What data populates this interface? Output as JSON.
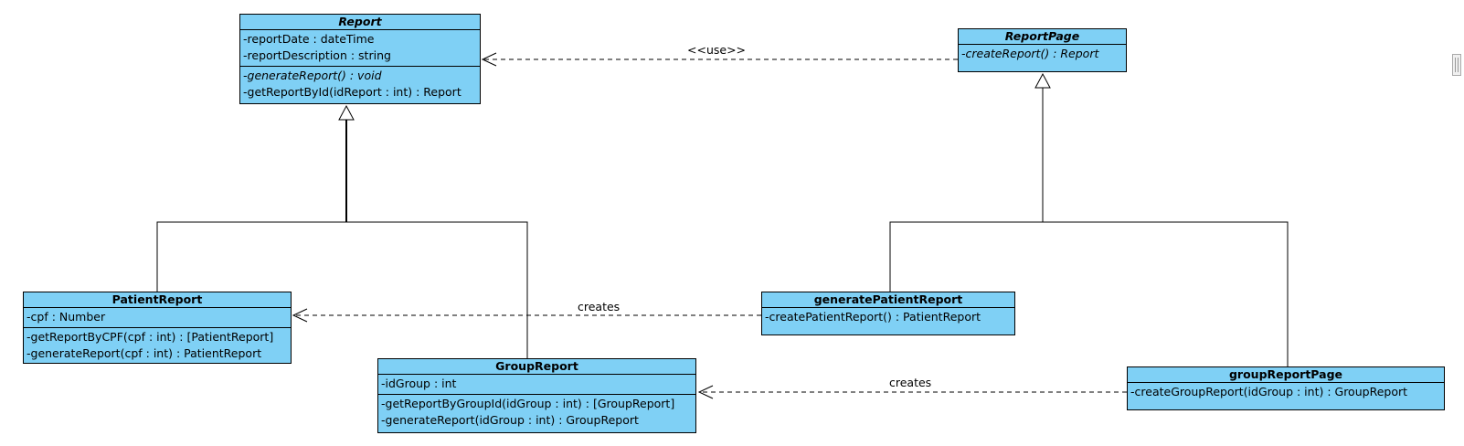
{
  "colors": {
    "class_fill": "#7fd0f5",
    "line": "#000000"
  },
  "classes": {
    "report": {
      "name": "Report",
      "attributes": [
        "-reportDate : dateTime",
        "-reportDescription : string"
      ],
      "operations": [
        "-generateReport() : void",
        "-getReportById(idReport : int) : Report"
      ]
    },
    "report_page": {
      "name": "ReportPage",
      "operations": [
        "-createReport() : Report"
      ]
    },
    "patient_report": {
      "name": "PatientReport",
      "attributes": [
        "-cpf : Number"
      ],
      "operations": [
        "-getReportByCPF(cpf : int) : [PatientReport]",
        "-generateReport(cpf : int) : PatientReport"
      ]
    },
    "group_report": {
      "name": "GroupReport",
      "attributes": [
        "-idGroup : int"
      ],
      "operations": [
        "-getReportByGroupId(idGroup : int) : [GroupReport]",
        "-generateReport(idGroup : int) : GroupReport"
      ]
    },
    "generate_patient_report": {
      "name": "generatePatientReport",
      "operations": [
        "-createPatientReport() : PatientReport"
      ]
    },
    "group_report_page": {
      "name": "groupReportPage",
      "operations": [
        "-createGroupReport(idGroup : int) : GroupReport"
      ]
    }
  },
  "relations": {
    "use_label": "<<use>>",
    "creates_patient_label": "creates",
    "creates_group_label": "creates"
  }
}
